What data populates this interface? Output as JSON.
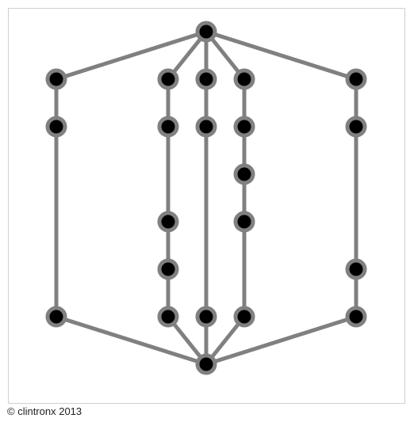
{
  "copyright": "© clintronx 2013",
  "colors": {
    "edge": "#808080",
    "node_fill": "#000000",
    "node_stroke": "#808080",
    "frame_border": "#cfcfcf"
  },
  "graph": {
    "nodes": [
      "top",
      "c1a",
      "c1b",
      "c1c",
      "c2a",
      "c2b",
      "c2c",
      "c2d",
      "c2e",
      "c3a",
      "c3b",
      "c3c",
      "c4a",
      "c4b",
      "c4c",
      "c4d",
      "c4e",
      "c5a",
      "c5b",
      "c5c",
      "c5d",
      "bottom"
    ],
    "edges": [
      [
        "top",
        "c1a"
      ],
      [
        "top",
        "c2a"
      ],
      [
        "top",
        "c3a"
      ],
      [
        "top",
        "c4a"
      ],
      [
        "top",
        "c5a"
      ],
      [
        "c1a",
        "c1b"
      ],
      [
        "c1b",
        "c1c"
      ],
      [
        "c2a",
        "c2b"
      ],
      [
        "c2b",
        "c2c"
      ],
      [
        "c2c",
        "c2d"
      ],
      [
        "c2d",
        "c2e"
      ],
      [
        "c3a",
        "c3b"
      ],
      [
        "c3b",
        "c3c"
      ],
      [
        "c4a",
        "c4b"
      ],
      [
        "c4b",
        "c4c"
      ],
      [
        "c4c",
        "c4d"
      ],
      [
        "c4d",
        "c4e"
      ],
      [
        "c5a",
        "c5b"
      ],
      [
        "c5b",
        "c5c"
      ],
      [
        "c5c",
        "c5d"
      ],
      [
        "c1c",
        "bottom"
      ],
      [
        "c2e",
        "bottom"
      ],
      [
        "c3c",
        "bottom"
      ],
      [
        "c4e",
        "bottom"
      ],
      [
        "c5d",
        "bottom"
      ]
    ]
  }
}
